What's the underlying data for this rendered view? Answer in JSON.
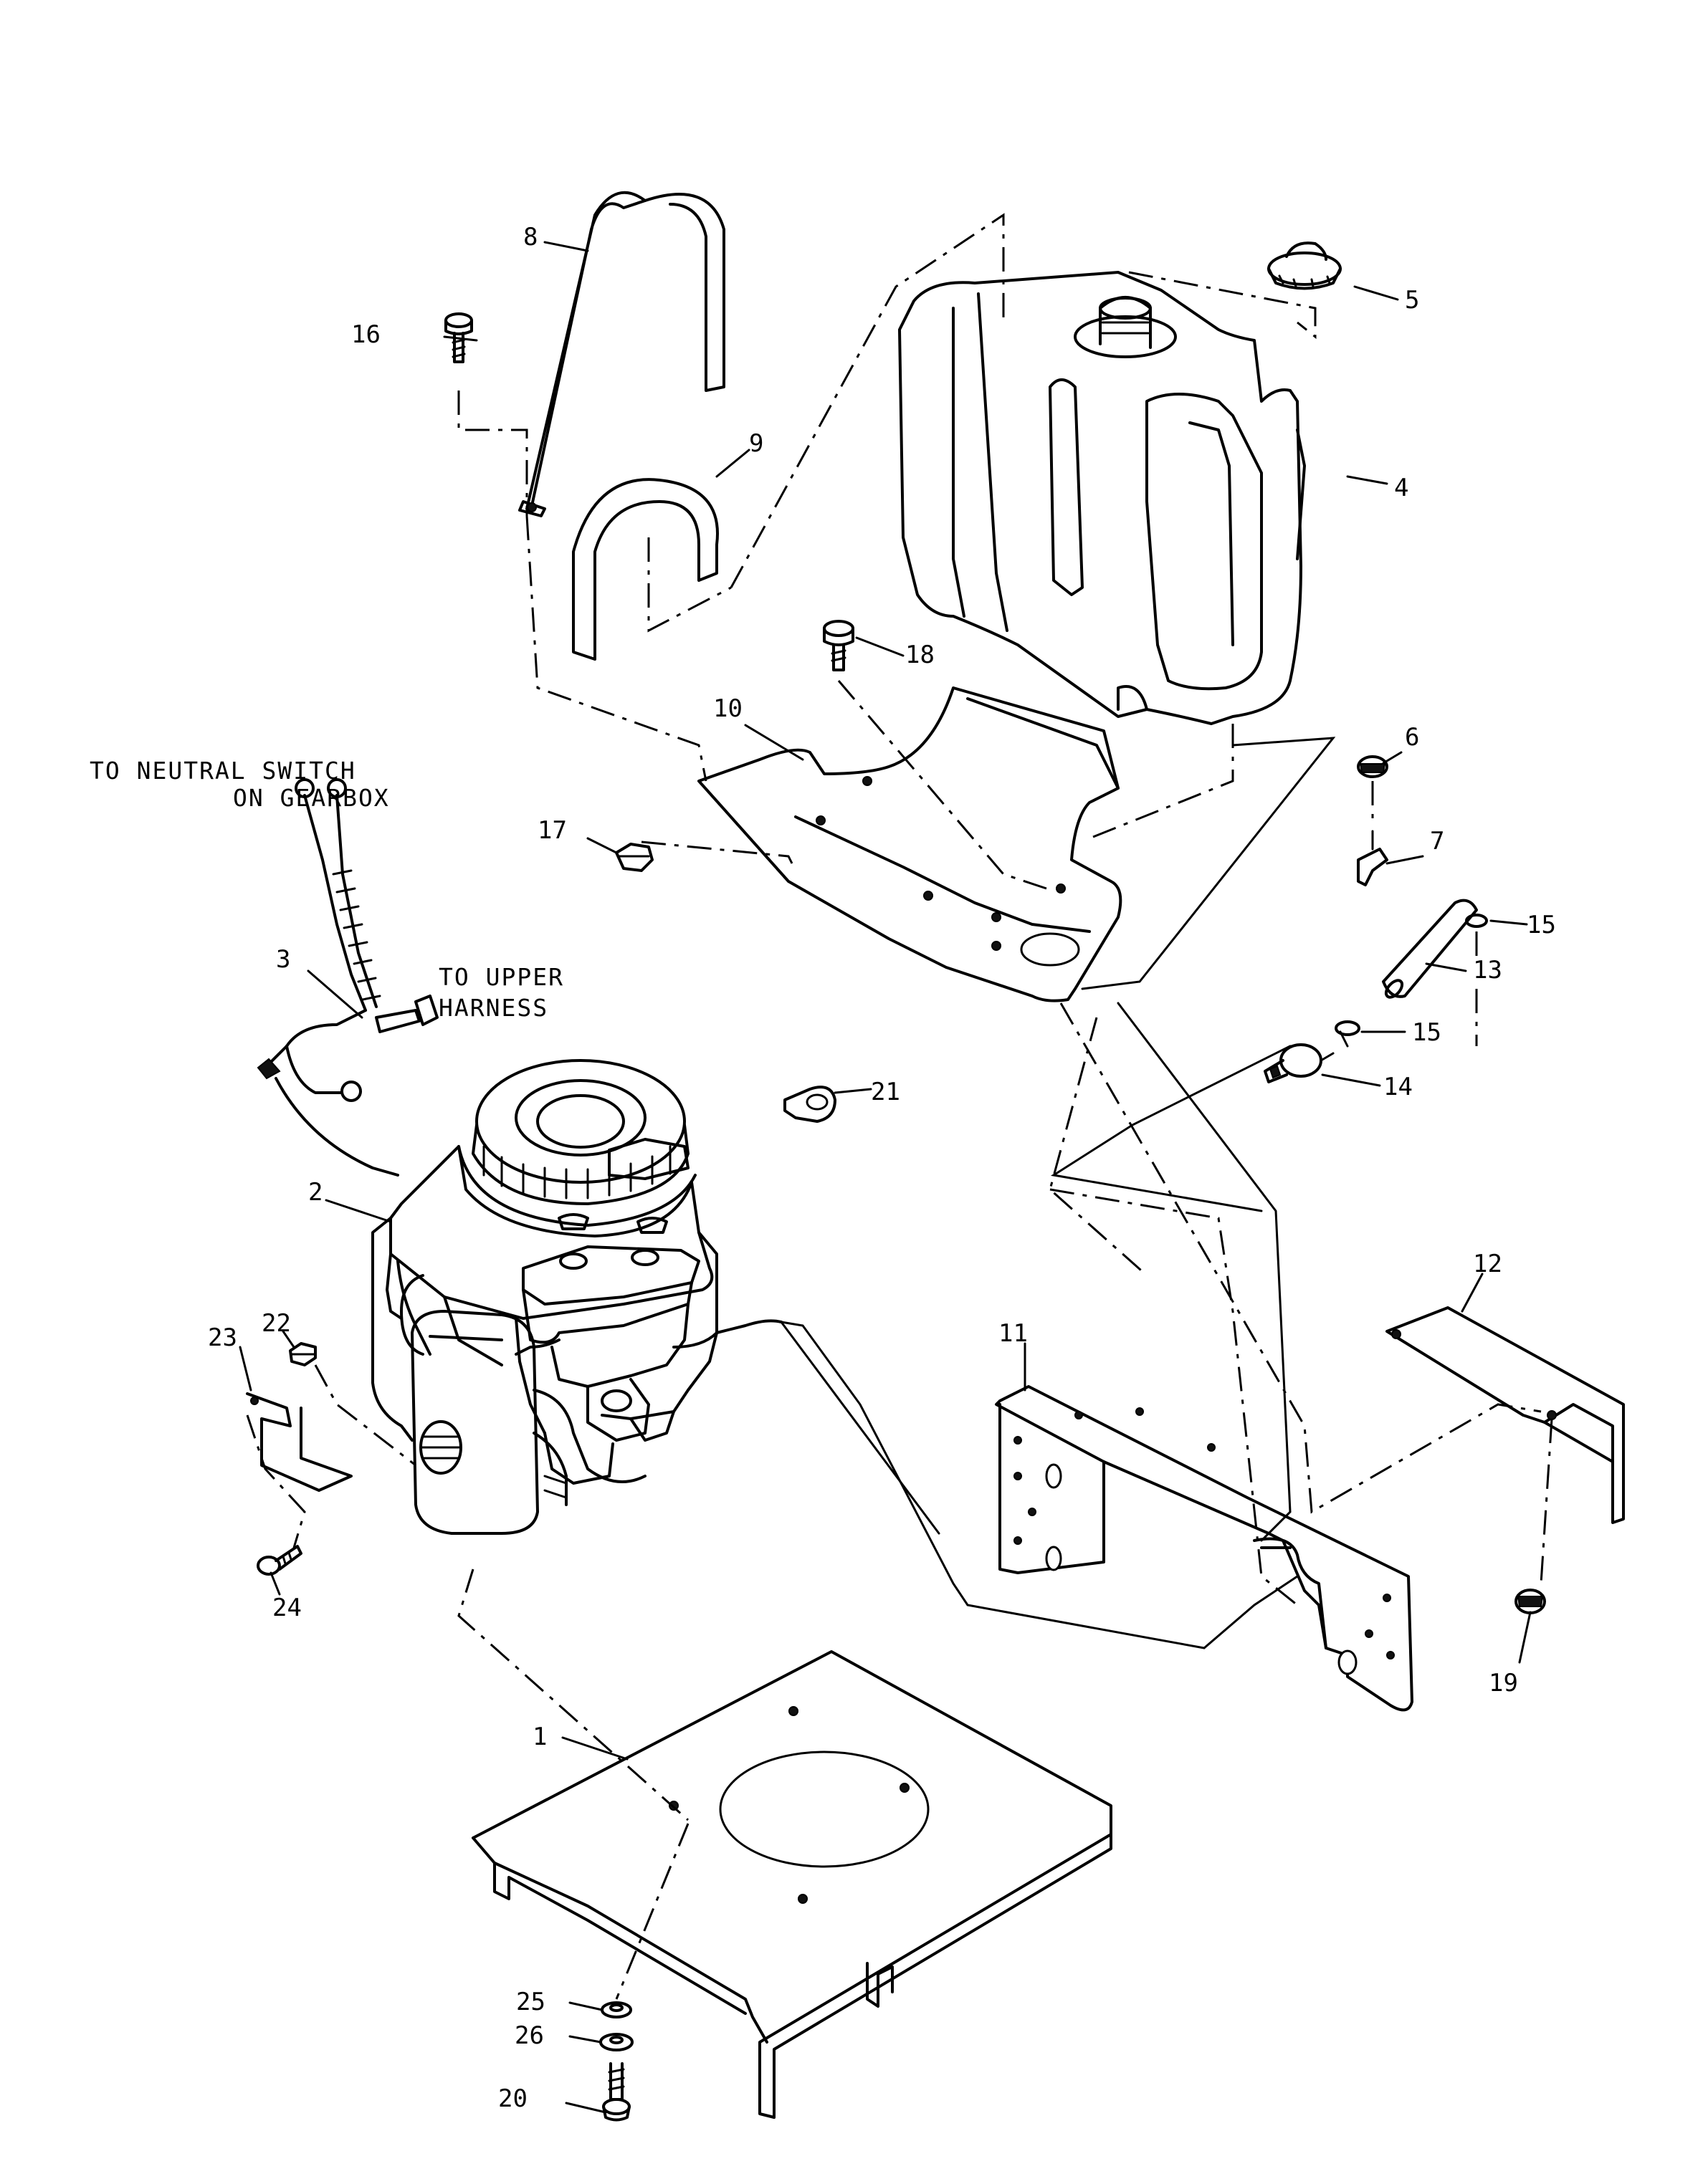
{
  "notes": {
    "neutral_line1": "TO NEUTRAL SWITCH",
    "neutral_line2": "ON GEARBOX",
    "upper_line1": "TO UPPER",
    "upper_line2": "HARNESS"
  },
  "callouts": {
    "c1": "1",
    "c2": "2",
    "c3": "3",
    "c4": "4",
    "c5": "5",
    "c6": "6",
    "c7": "7",
    "c8": "8",
    "c9": "9",
    "c10": "10",
    "c11": "11",
    "c12": "12",
    "c13": "13",
    "c14": "14",
    "c15a": "15",
    "c15b": "15",
    "c16": "16",
    "c17": "17",
    "c18": "18",
    "c19": "19",
    "c20": "20",
    "c21": "21",
    "c22": "22",
    "c23": "23",
    "c24": "24",
    "c25": "25",
    "c26": "26"
  }
}
